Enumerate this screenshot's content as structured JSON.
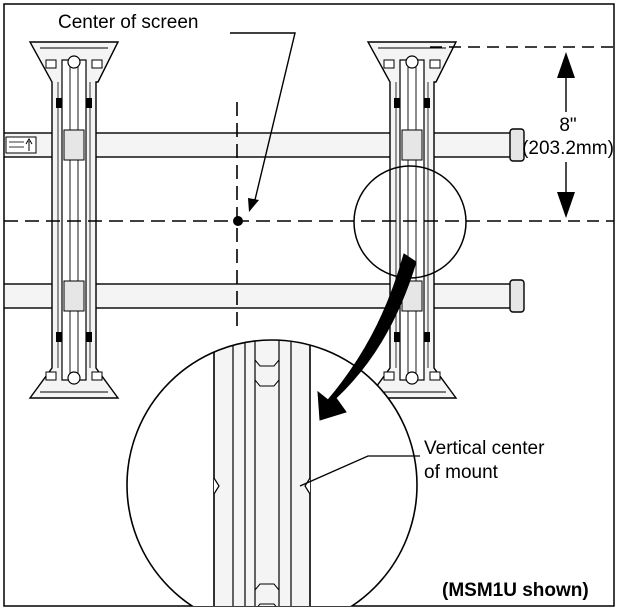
{
  "labels": {
    "center_of_screen": "Center of screen",
    "dim_inches": "8\"",
    "dim_mm": "(203.2mm)",
    "vertical_center_line1": "Vertical center",
    "vertical_center_line2": "of mount",
    "model_note": "(MSM1U shown)"
  },
  "colors": {
    "ink": "#000000",
    "paper": "#ffffff",
    "fill_light": "#f4f4f4",
    "fill_mid": "#e6e6e6"
  }
}
